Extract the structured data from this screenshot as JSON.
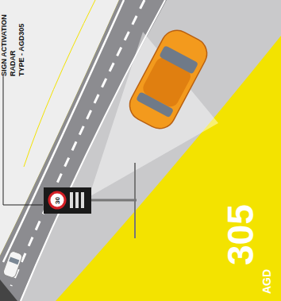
{
  "diagram": {
    "labels": [
      "SIGN ACTIVATION RADAR",
      "TYPE - AGD305",
      "30",
      "AGD",
      "305"
    ]
  }
}
